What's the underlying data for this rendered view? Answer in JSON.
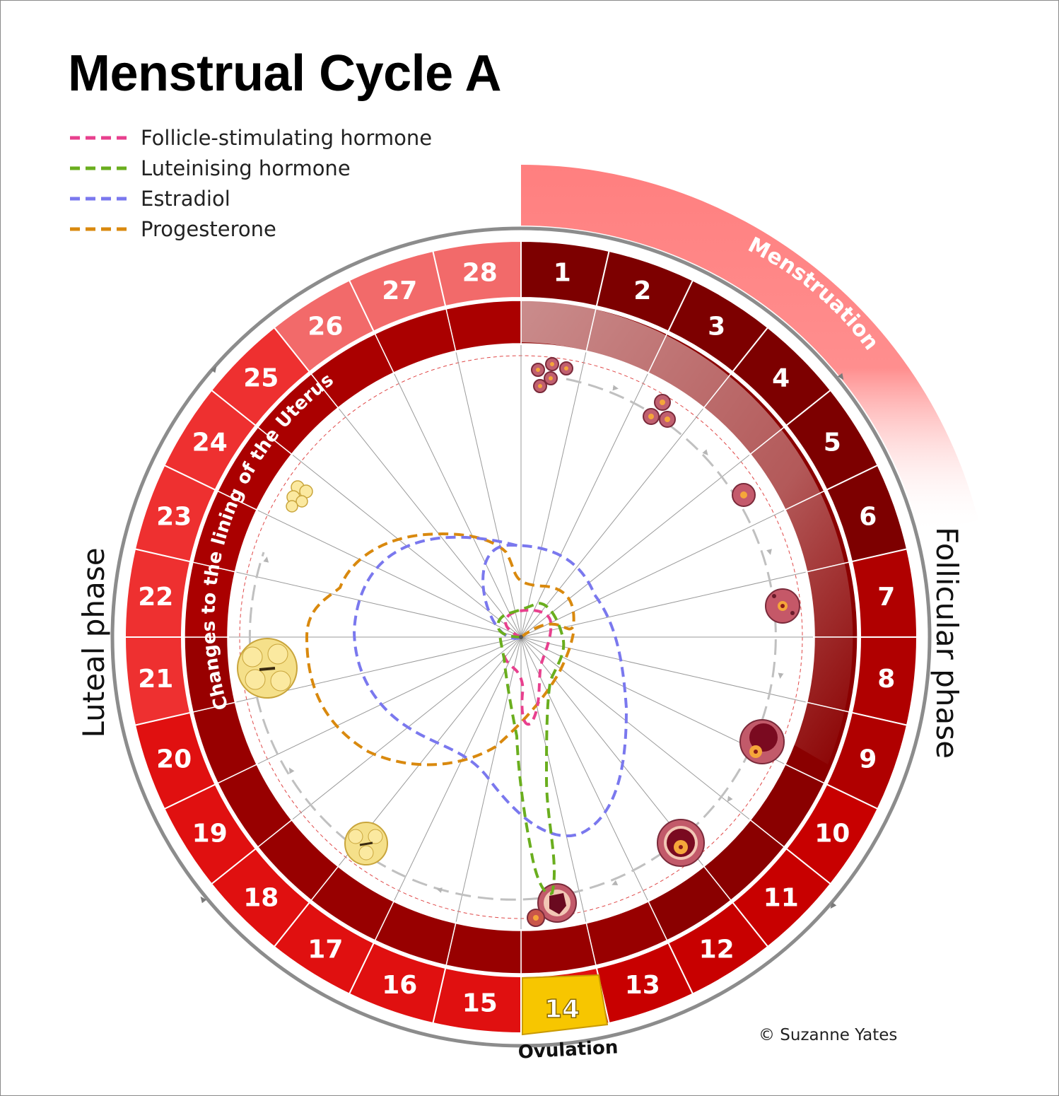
{
  "title": "Menstrual Cycle A",
  "legend": [
    {
      "label": "Follicle-stimulating hormone",
      "color": "#e8408e"
    },
    {
      "label": "Luteinising hormone",
      "color": "#6aae1e"
    },
    {
      "label": "Estradiol",
      "color": "#7a78ee"
    },
    {
      "label": "Progesterone",
      "color": "#d9890e"
    }
  ],
  "days": [
    "1",
    "2",
    "3",
    "4",
    "5",
    "6",
    "7",
    "8",
    "9",
    "10",
    "11",
    "12",
    "13",
    "14",
    "15",
    "16",
    "17",
    "18",
    "19",
    "20",
    "21",
    "22",
    "23",
    "24",
    "25",
    "26",
    "27",
    "28"
  ],
  "highlight_day": "14",
  "labels": {
    "menstruation": "Menstruation",
    "uterus": "Changes to the lining of the Uterus",
    "follicular": "Follicular phase",
    "luteal": "Luteal phase",
    "ovulation": "Ovulation"
  },
  "credit": "© Suzanne Yates",
  "colors": {
    "menstruation_band": "#ff8080",
    "day_dark": "#7d0000",
    "day_mid": "#c80000",
    "day_light": "#f26a6a",
    "highlight": "#f7c600",
    "uterus_ring": "#aa0000"
  }
}
